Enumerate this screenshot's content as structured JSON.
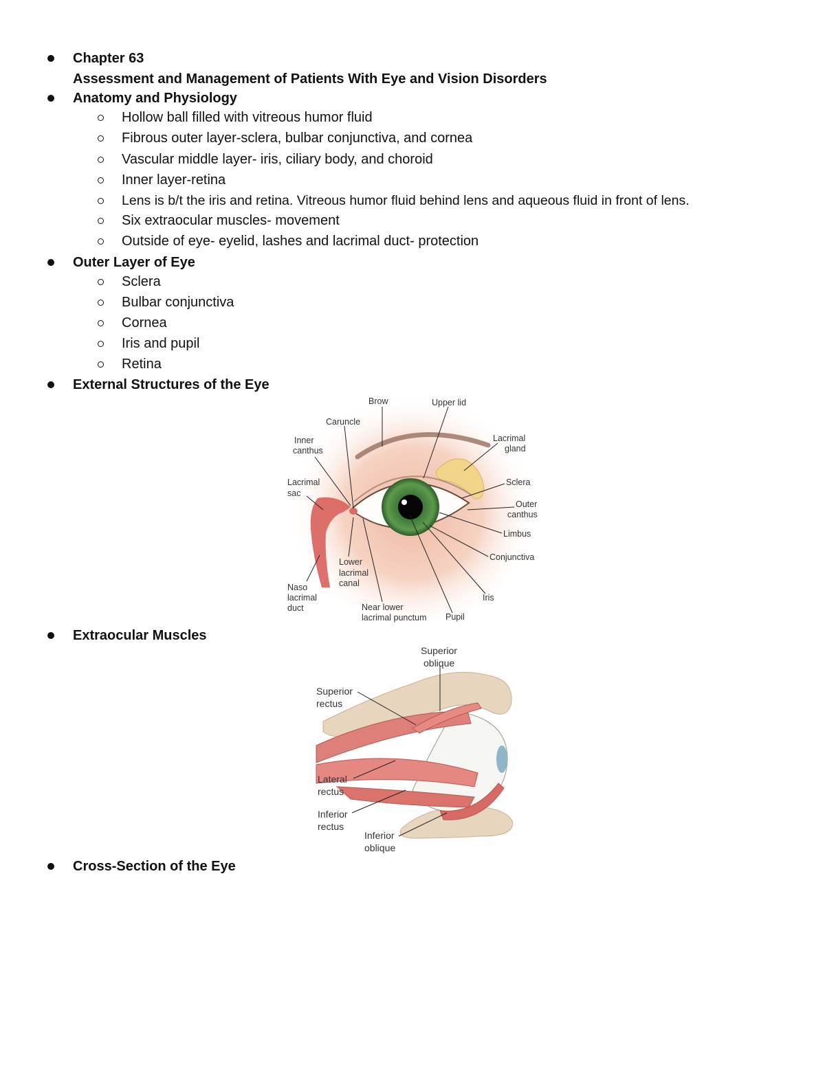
{
  "bullets": {
    "chapter_label": "Chapter 63",
    "chapter_title": "Assessment and Management of Patients With Eye and Vision Disorders",
    "anatomy_heading": "Anatomy and Physiology",
    "anatomy_items": [
      "Hollow ball filled with vitreous humor fluid",
      "Fibrous outer layer-sclera, bulbar conjunctiva, and cornea",
      "Vascular middle layer- iris, ciliary body, and choroid",
      "Inner layer-retina",
      "Lens is b/t the iris and retina. Vitreous humor fluid behind lens and aqueous fluid in front of lens.",
      "Six extraocular muscles- movement",
      "Outside of eye- eyelid, lashes and lacrimal duct- protection"
    ],
    "outer_heading": "Outer Layer of Eye",
    "outer_items": [
      "Sclera",
      "Bulbar conjunctiva",
      "Cornea",
      "Iris and pupil",
      "Retina"
    ],
    "external_heading": "External Structures of the Eye",
    "muscles_heading": "Extraocular Muscles",
    "cross_heading": "Cross-Section of the Eye"
  },
  "figure_external": {
    "labels": {
      "brow": "Brow",
      "upper_lid": "Upper lid",
      "caruncle": "Caruncle",
      "inner_canthus_1": "Inner",
      "inner_canthus_2": "canthus",
      "lacrimal_gland_1": "Lacrimal",
      "lacrimal_gland_2": "gland",
      "lacrimal_sac_1": "Lacrimal",
      "lacrimal_sac_2": "sac",
      "sclera": "Sclera",
      "outer_canthus_1": "Outer",
      "outer_canthus_2": "canthus",
      "limbus": "Limbus",
      "conjunctiva": "Conjunctiva",
      "lower_canal_1": "Lower",
      "lower_canal_2": "lacrimal",
      "lower_canal_3": "canal",
      "naso_1": "Naso",
      "naso_2": "lacrimal",
      "naso_3": "duct",
      "iris": "Iris",
      "punctum_1": "Near lower",
      "punctum_2": "lacrimal punctum",
      "pupil": "Pupil"
    }
  },
  "figure_muscles": {
    "labels": {
      "sup_oblique_1": "Superior",
      "sup_oblique_2": "oblique",
      "sup_rectus_1": "Superior",
      "sup_rectus_2": "rectus",
      "lat_rectus_1": "Lateral",
      "lat_rectus_2": "rectus",
      "inf_rectus_1": "Inferior",
      "inf_rectus_2": "rectus",
      "inf_oblique_1": "Inferior",
      "inf_oblique_2": "oblique"
    }
  }
}
